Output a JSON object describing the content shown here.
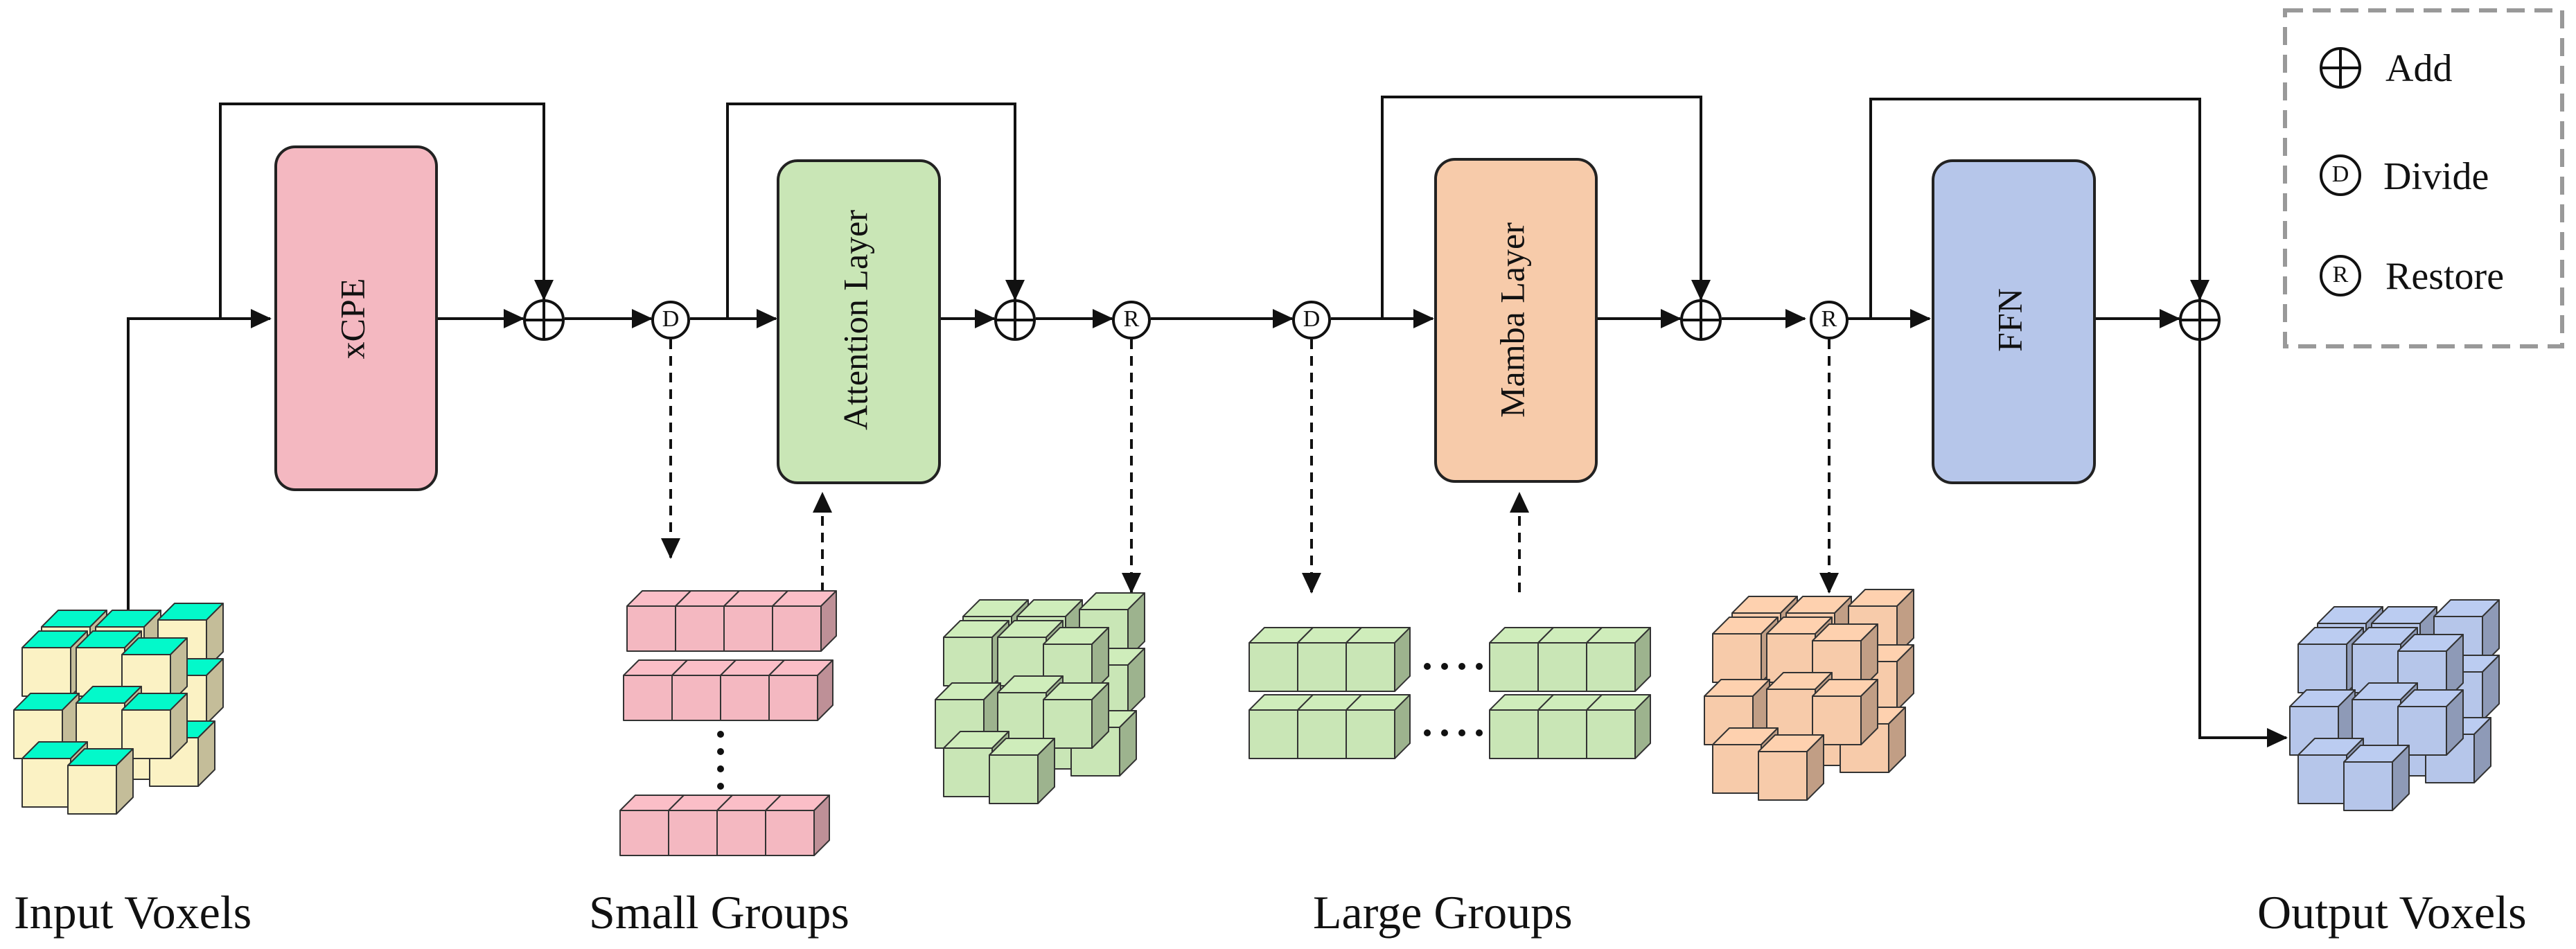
{
  "blocks": {
    "xcpe": {
      "label": "xCPE",
      "color": "#F4B8C1"
    },
    "attention": {
      "label": "Attention Layer",
      "color": "#C9E6B6"
    },
    "mamba": {
      "label": "Mamba Layer",
      "color": "#F7CBAA"
    },
    "ffn": {
      "label": "FFN",
      "color": "#B6C6EA"
    }
  },
  "operators": {
    "add_symbol": "⊕",
    "divide_letter": "D",
    "restore_letter": "R"
  },
  "legend": {
    "add": "Add",
    "divide": "Divide",
    "restore": "Restore"
  },
  "captions": {
    "input_voxels": "Input Voxels",
    "small_groups": "Small Groups",
    "large_groups": "Large Groups",
    "output_voxels": "Output Voxels"
  },
  "palette": {
    "input_voxel": "#FBF2C4",
    "small_group": "#F4B8C1",
    "attention_voxel": "#C9E6B6",
    "large_group": "#C9E6B6",
    "mamba_voxel": "#F7CBAA",
    "output_voxel": "#B6C6EA"
  },
  "icons": {
    "add": "circle-plus-icon",
    "divide": "circle-d-icon",
    "restore": "circle-r-icon"
  }
}
